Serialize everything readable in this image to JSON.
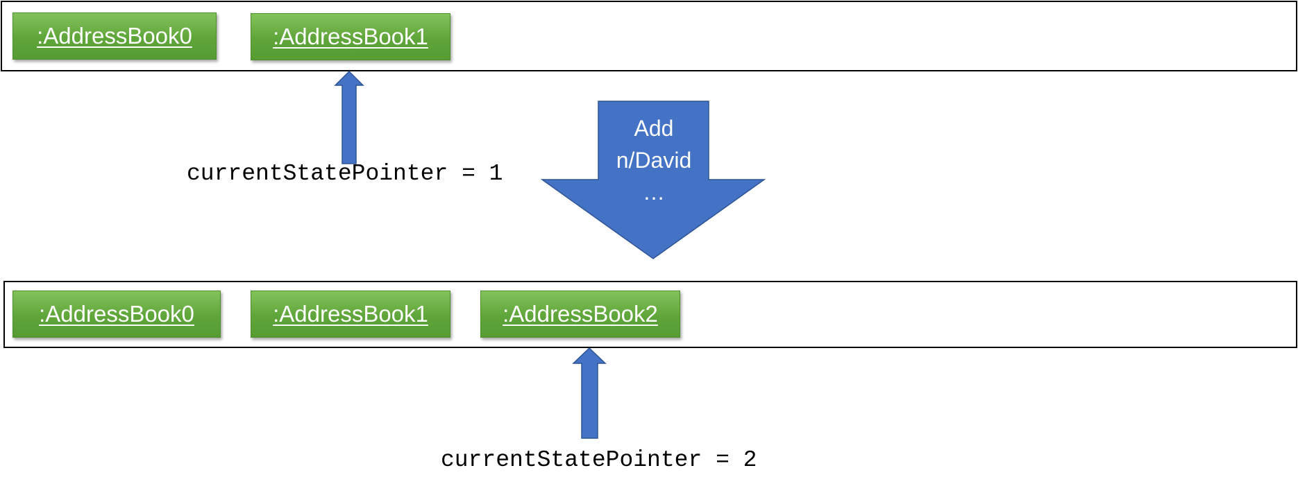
{
  "before": {
    "states": [
      ":AddressBook0",
      ":AddressBook1"
    ],
    "pointer_label": "currentStatePointer = 1"
  },
  "command": {
    "lines": [
      "Add",
      "n/David",
      "…"
    ]
  },
  "after": {
    "states": [
      ":AddressBook0",
      ":AddressBook1",
      ":AddressBook2"
    ],
    "pointer_label": "currentStatePointer = 2"
  },
  "colors": {
    "state_box_fill": "#5fa53a",
    "arrow_fill": "#4472c4",
    "arrow_stroke": "#2f5597",
    "border": "#000000"
  }
}
